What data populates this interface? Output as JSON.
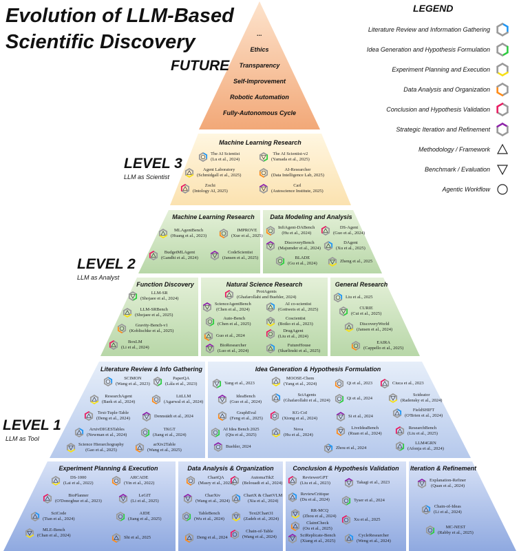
{
  "title": {
    "line1": "Evolution of LLM-Based",
    "line2": "Scientific Discovery"
  },
  "legend": {
    "title": "LEGEND",
    "items": [
      {
        "label": "Literature Review and Information Gathering",
        "color": "#2196f3"
      },
      {
        "label": "Idea Generation and Hypothesis Formulation",
        "color": "#2ecc40"
      },
      {
        "label": "Experiment Planning and Execution",
        "color": "#f7e017"
      },
      {
        "label": "Data Analysis and Organization",
        "color": "#ff8c1a"
      },
      {
        "label": "Conclusion and Hypothesis Validation",
        "color": "#e91e63"
      },
      {
        "label": "Strategic Iteration and Refinement",
        "color": "#8e24aa"
      },
      {
        "label": "Methodology / Framework"
      },
      {
        "label": "Benchmark / Evaluation"
      },
      {
        "label": "Agentic Workflow"
      }
    ]
  },
  "future": {
    "label": "FUTURE",
    "items": [
      "...",
      "Ethics",
      "Transparency",
      "Self-Improvement",
      "Robotic Automation",
      "Fully-Autonomous Cycle"
    ]
  },
  "level3": {
    "label": "LEVEL 3",
    "sub": "LLM as Scientist",
    "section": "Machine Learning Research",
    "items": [
      {
        "l1": "The AI Scientist",
        "l2": "(Lu et al., 2024)"
      },
      {
        "l1": "The AI Scientist-v2",
        "l2": "(Yamada et al., 2025)"
      },
      {
        "l1": "Agent Laboratory",
        "l2": "(Schmidgall et al., 2025)"
      },
      {
        "l1": "AI-Researcher",
        "l2": "(Data Intelligence Lab, 2025)"
      },
      {
        "l1": "Zochi",
        "l2": "(Intology AI, 2025)"
      },
      {
        "l1": "Carl",
        "l2": "(Autoscience Institute, 2025)"
      }
    ]
  },
  "level2": {
    "label": "LEVEL 2",
    "sub": "LLM as Analyst",
    "ml": {
      "title": "Machine Learning Research",
      "items": [
        {
          "l1": "MLAgentBench",
          "l2": "(Huang et al., 2023)"
        },
        {
          "l1": "IMPROVE",
          "l2": "(Xue et al., 2025)"
        },
        {
          "l1": "BudgetMLAgent",
          "l2": "(Gandhi et al., 2024)"
        },
        {
          "l1": "CodeScientist",
          "l2": "(Jansen et al., 2025)"
        }
      ]
    },
    "data": {
      "title": "Data Modeling and Analysis",
      "items": [
        {
          "l1": "InfiAgent-DABench",
          "l2": "(Hu et al., 2024)"
        },
        {
          "l1": "DS-Agent",
          "l2": "(Guo et al., 2024)"
        },
        {
          "l1": "DiscoveryBench",
          "l2": "(Majumder et al., 2024)"
        },
        {
          "l1": "DAgent",
          "l2": "(Xu et al., 2025)"
        },
        {
          "l1": "BLADE",
          "l2": "(Gu et al., 2024)"
        },
        {
          "l1": "Zheng et al., 2025",
          "l2": ""
        }
      ]
    },
    "func": {
      "title": "Function Discovery",
      "items": [
        {
          "l1": "LLM-SR",
          "l2": "(Shojaee et al., 2024)"
        },
        {
          "l1": "LLM-SRBench",
          "l2": "(Shojaee et al., 2025)"
        },
        {
          "l1": "Gravity-Bench-v1",
          "l2": "(Koblischke et al., 2025)"
        },
        {
          "l1": "BoxLM",
          "l2": "(Li et al., 2024)"
        }
      ]
    },
    "nat": {
      "title": "Natural Science Research",
      "items": [
        {
          "l1": "ProtAgents",
          "l2": "(Ghafarollahi and Buehler, 2024)"
        },
        {
          "l1": "ScienceAgentBench",
          "l2": "(Chen et al., 2024)"
        },
        {
          "l1": "AI co-scientist",
          "l2": "(Gottweis et al., 2025)"
        },
        {
          "l1": "Auto-Bench",
          "l2": "(Chen et al., 2025)"
        },
        {
          "l1": "Coscientist",
          "l2": "(Boiko et al., 2023)"
        },
        {
          "l1": "Guo et al., 2024",
          "l2": ""
        },
        {
          "l1": "DrugAgent",
          "l2": "(Liu et al., 2024)"
        },
        {
          "l1": "BioResearcher",
          "l2": "(Luo et al., 2024)"
        },
        {
          "l1": "FutureHouse",
          "l2": "(Skarlinski et al., 2025)"
        }
      ]
    },
    "gen": {
      "title": "General Research",
      "items": [
        {
          "l1": "Liu et al., 2025",
          "l2": ""
        },
        {
          "l1": "CURIE",
          "l2": "(Cui et al., 2025)"
        },
        {
          "l1": "DiscoveryWorld",
          "l2": "(Jansen et al., 2024)"
        },
        {
          "l1": "EAIRA",
          "l2": "(Cappello et al., 2025)"
        }
      ]
    }
  },
  "level1": {
    "label": "LEVEL 1",
    "sub": "LLM as Tool",
    "lit": {
      "title": "Literature Review & Info Gathering",
      "items": [
        {
          "l1": "SCIMON",
          "l2": "(Wang et al., 2023)"
        },
        {
          "l1": "PaperQA",
          "l2": "(Lála et al., 2023)"
        },
        {
          "l1": "ResearchAgent",
          "l2": "(Baek et al., 2024)"
        },
        {
          "l1": "LitLLM",
          "l2": "(Agarwal et al., 2024)"
        },
        {
          "l1": "Text-Tuple-Table",
          "l2": "(Deng et al., 2024)"
        },
        {
          "l1": "Dennstädt et al., 2024",
          "l2": ""
        },
        {
          "l1": "ArxivDIGESTables",
          "l2": "(Newman et al., 2024)"
        },
        {
          "l1": "TKGT",
          "l2": "(Jiang et al., 2024)"
        },
        {
          "l1": "Science Hierarchography",
          "l2": "(Gao et al., 2025)"
        },
        {
          "l1": "arXiv2Table",
          "l2": "(Wang et al., 2025)"
        }
      ]
    },
    "idea": {
      "title": "Idea Generation & Hypothesis Formulation",
      "items": [
        {
          "l1": "Yang et al., 2023",
          "l2": ""
        },
        {
          "l1": "MOOSE-Chem",
          "l2": "(Yang et al., 2024)"
        },
        {
          "l1": "Qi et al., 2023",
          "l2": ""
        },
        {
          "l1": "Ciuca et al., 2023",
          "l2": ""
        },
        {
          "l1": "IdeaBench",
          "l2": "(Guo et al., 2024)"
        },
        {
          "l1": "SciAgents",
          "l2": "(Ghafarollahi et al., 2024)"
        },
        {
          "l1": "Qi et al., 2024",
          "l2": ""
        },
        {
          "l1": "Scideator",
          "l2": "(Radensky et al., 2024)"
        },
        {
          "l1": "GraphEval",
          "l2": "(Feng et al., 2025)"
        },
        {
          "l1": "KG-CoI",
          "l2": "(Xiong et al., 2024)"
        },
        {
          "l1": "Si et al., 2024",
          "l2": ""
        },
        {
          "l1": "FieldSHIFT",
          "l2": "(O'Brien et al., 2024)"
        },
        {
          "l1": "AI Idea Bench 2025",
          "l2": "(Qiu et al., 2025)"
        },
        {
          "l1": "Nova",
          "l2": "(Hu et al., 2024)"
        },
        {
          "l1": "LiveIdeaBench",
          "l2": "(Ruan et al., 2024)"
        },
        {
          "l1": "ResearchBench",
          "l2": "(Liu et al., 2025)"
        },
        {
          "l1": "Buehler, 2024",
          "l2": ""
        },
        {
          "l1": "Zhou et al., 2024",
          "l2": ""
        },
        {
          "l1": "LLM4GRN",
          "l2": "(Afonja et al., 2024)"
        }
      ]
    },
    "exp": {
      "title": "Experiment Planning & Execution",
      "items": [
        {
          "l1": "DS-1000",
          "l2": "(Lai et al., 2022)"
        },
        {
          "l1": "ARCADE",
          "l2": "(Yin et al., 2022)"
        },
        {
          "l1": "BioPlanner",
          "l2": "(O'Donoghue et al., 2023)"
        },
        {
          "l1": "LeGIT",
          "l2": "(Li et al., 2025)"
        },
        {
          "l1": "SciCode",
          "l2": "(Tian et al., 2024)"
        },
        {
          "l1": "AIDE",
          "l2": "(Jiang et al., 2025)"
        },
        {
          "l1": "MLE-Bench",
          "l2": "(Chan et al., 2024)"
        },
        {
          "l1": "Shi et al., 2025",
          "l2": ""
        }
      ]
    },
    "dat": {
      "title": "Data Analysis & Organization",
      "items": [
        {
          "l1": "ChartQA",
          "l2": "(Masry et al., 2022)"
        },
        {
          "l1": "AutomaTikZ",
          "l2": "(Belouadi et al., 2024)"
        },
        {
          "l1": "CharXiv",
          "l2": "(Wang et al., 2024)"
        },
        {
          "l1": "ChartX & ChartVLM",
          "l2": "(Xia et al., 2024)"
        },
        {
          "l1": "TableBench",
          "l2": "(Wu et al., 2024)"
        },
        {
          "l1": "Text2Chart31",
          "l2": "(Zadeh et al., 2024)"
        },
        {
          "l1": "Deng et al., 2024",
          "l2": ""
        },
        {
          "l1": "Chain-of-Table",
          "l2": "(Wang et al., 2024)"
        }
      ]
    },
    "con": {
      "title": "Conclusion & Hypothesis Validation",
      "items": [
        {
          "l1": "ReviewerGPT",
          "l2": "(Liu et al., 2023)"
        },
        {
          "l1": "Takagi et al., 2023",
          "l2": ""
        },
        {
          "l1": "ReviewCritique",
          "l2": "(Du et al., 2024)"
        },
        {
          "l1": "Tyser et al., 2024",
          "l2": ""
        },
        {
          "l1": "RR-MCQ",
          "l2": "(Zhou et al., 2024)"
        },
        {
          "l1": "ClaimCheck",
          "l2": "(Ou et al., 2025)"
        },
        {
          "l1": "Xu et al., 2025",
          "l2": ""
        },
        {
          "l1": "SciReplicate-Bench",
          "l2": "(Xiang et al., 2025)"
        },
        {
          "l1": "CycleResearcher",
          "l2": "(Weng et al., 2024)"
        }
      ]
    },
    "ite": {
      "title": "Iteration & Refinement",
      "items": [
        {
          "l1": "Explanation-Refiner",
          "l2": "(Quan et al., 2024)"
        },
        {
          "l1": "Chain-of-Ideas",
          "l2": "(Li et al., 2024)"
        },
        {
          "l1": "MC-NEST",
          "l2": "(Rabby et al., 2025)"
        }
      ]
    }
  }
}
